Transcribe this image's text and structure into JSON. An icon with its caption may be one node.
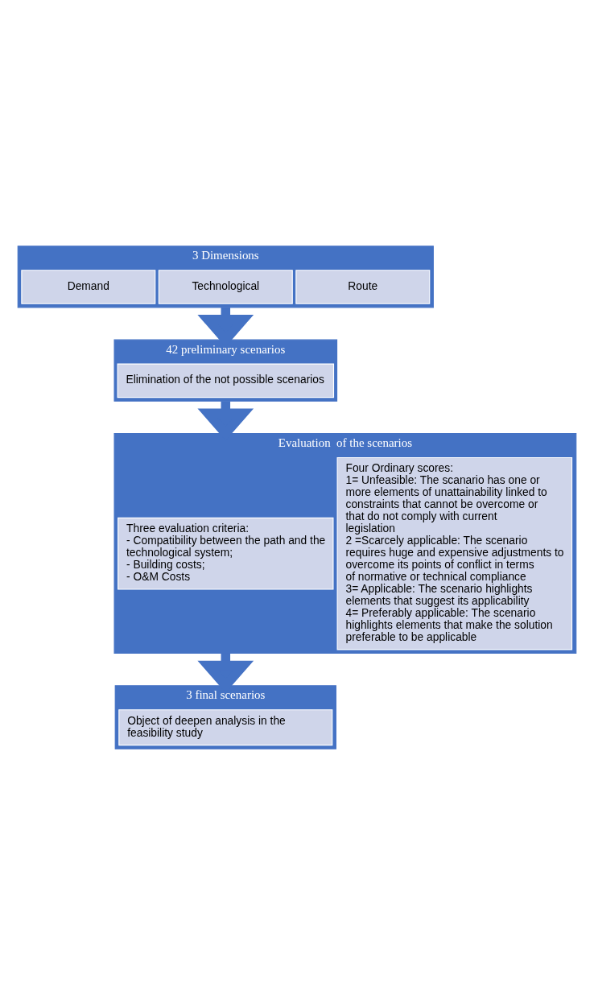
{
  "diagram": {
    "nodes": [
      {
        "text": [
          "3 Dimensions"
        ]
      },
      {
        "text": [
          "Route"
        ],
        "in": 0
      },
      {
        "text": [
          "Technological"
        ],
        "in": 0
      },
      {
        "text": [
          "Demand"
        ],
        "in": 0
      },
      {
        "text": [
          "42 preliminary scenarios"
        ]
      },
      {
        "text": [
          "Elimination of the not possible scenarios"
        ],
        "in": 4
      },
      {
        "text": [
          "Evaluation  of the scenarios"
        ]
      },
      {
        "text": [
          "Four Ordinary scores:",
          "1= Unfeasible: The scanario has one or more elements of unattainability linked to constraints that cannot be overcome or that do not comply with current legislation",
          "2 =Scarcely applicable: The scenario requires huge and expensive adjustments to overcome its points of conflict in terms of normative or technical compliance",
          "3= Applicable: The scenario highlights elements that suggest its applicability",
          "4= Preferably applicable: The scenario highlights elements that make the solution preferable to be applicable"
        ],
        "in": 6
      },
      {
        "text": [
          "Three evaluation criteria:",
          "- Compatibility between the path and the technological system;",
          "- Building costs;",
          "- O&M Costs"
        ],
        "in": 6
      },
      {
        "text": [
          "3 final scenarios"
        ]
      },
      {
        "text": [
          "Object of deepen analysis in the feasibility study"
        ],
        "in": 9
      }
    ],
    "edges": [
      {
        "from": 0,
        "to": 4,
        "arrow": "to"
      },
      {
        "from": 4,
        "to": 6,
        "arrow": "to"
      },
      {
        "from": 6,
        "to": 9,
        "arrow": "to"
      }
    ]
  }
}
